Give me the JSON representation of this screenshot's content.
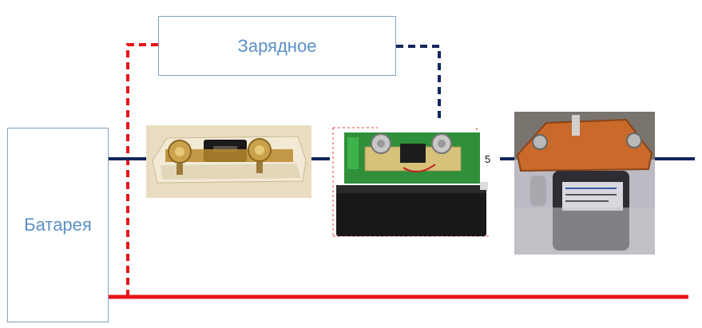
{
  "battery": {
    "label": "Батарея"
  },
  "charger": {
    "label": "Зарядное"
  },
  "shunt": {
    "side_label": "5"
  },
  "colors": {
    "positive_wire": "#e8141b",
    "negative_wire": "#12275c",
    "box_border": "#7fa2c8",
    "box_text": "#5b8fc7"
  },
  "icons": [
    "fuse-photo",
    "shunt-photo",
    "contactor-photo"
  ]
}
